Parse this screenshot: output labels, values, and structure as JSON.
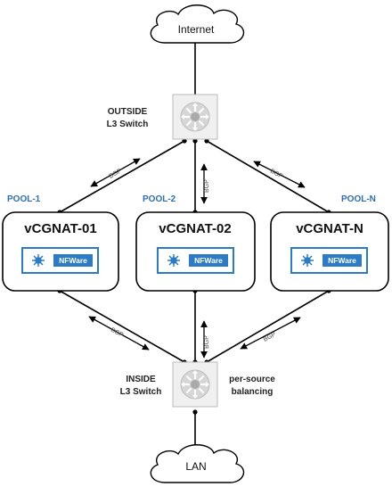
{
  "clouds": {
    "top": "Internet",
    "bottom": "LAN"
  },
  "outside_switch": {
    "line1": "OUTSIDE",
    "line2": "L3 Switch"
  },
  "inside_switch": {
    "line1": "INSIDE",
    "line2": "L3 Switch"
  },
  "balancing": {
    "line1": "per-source",
    "line2": "balancing"
  },
  "pools": [
    "POOL-1",
    "POOL-2",
    "POOL-N"
  ],
  "nodes": [
    {
      "title": "vCGNAT-01",
      "logo": "NFWare"
    },
    {
      "title": "vCGNAT-02",
      "logo": "NFWare"
    },
    {
      "title": "vCGNAT-N",
      "logo": "NFWare"
    }
  ],
  "bgp": "BGP",
  "colors": {
    "accent": "#2e6fb3",
    "logo_blue": "#2b7bc6",
    "switch_face": "#e2e2e2"
  },
  "icons": {
    "switch": "l3-switch-icon",
    "cloud": "cloud-icon",
    "logo": "nfware-logo-icon"
  }
}
